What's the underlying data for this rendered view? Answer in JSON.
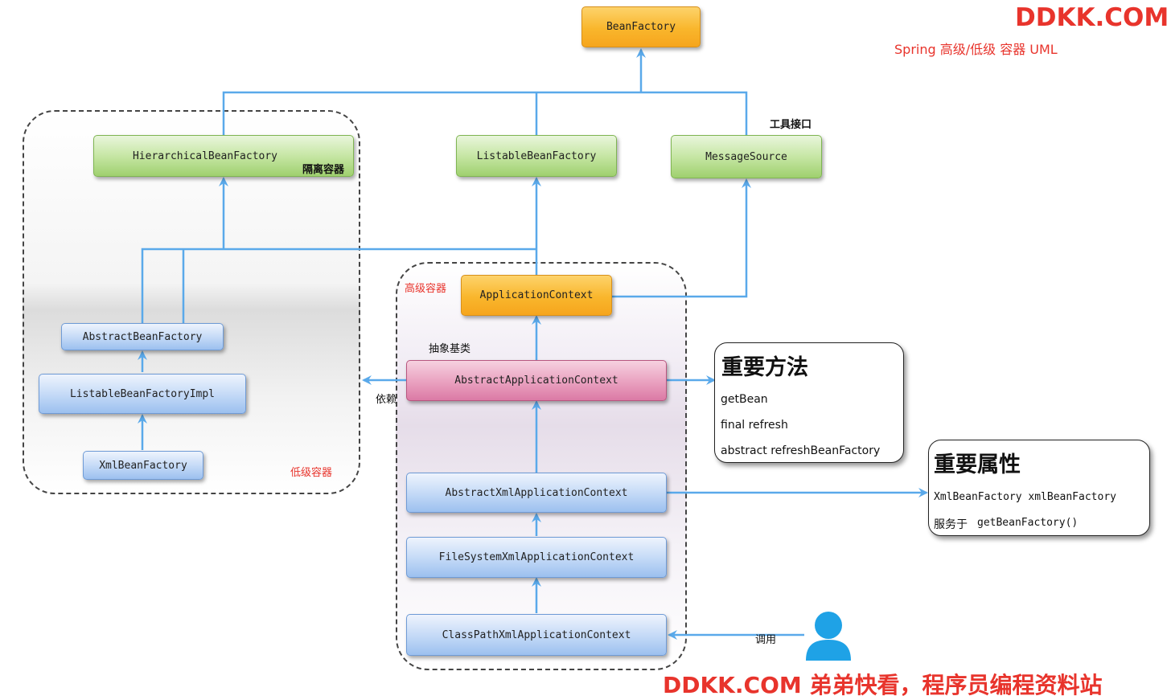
{
  "brand": {
    "logo_text": "DDKK.COM",
    "subtitle": "Spring 高级/低级 容器 UML",
    "footer": "DDKK.COM 弟弟快看，程序员编程资料站"
  },
  "groups": {
    "low_label": "低级容器",
    "high_label": "高级容器"
  },
  "nodes": {
    "bean_factory": "BeanFactory",
    "hierarchical_bean_factory": "HierarchicalBeanFactory",
    "listable_bean_factory": "ListableBeanFactory",
    "message_source": "MessageSource",
    "abstract_bean_factory": "AbstractBeanFactory",
    "listable_bean_factory_impl": "ListableBeanFactoryImpl",
    "xml_bean_factory": "XmlBeanFactory",
    "application_context": "ApplicationContext",
    "abstract_application_context": "AbstractApplicationContext",
    "abstract_xml_application_context": "AbstractXmlApplicationContext",
    "file_system_xml_application_context": "FileSystemXmlApplicationContext",
    "class_path_xml_application_context": "ClassPathXmlApplicationContext"
  },
  "annotations": {
    "isolation_container": "隔离容器",
    "tool_interface": "工具接口",
    "abstract_base_class": "抽象基类",
    "depends": "依赖",
    "invoke": "调用"
  },
  "methods_card": {
    "title": "重要方法",
    "items": [
      "getBean",
      "final refresh",
      "abstract refreshBeanFactory"
    ]
  },
  "properties_card": {
    "title": "重要属性",
    "field": "XmlBeanFactory xmlBeanFactory",
    "serves_label": "服务于",
    "serves_method": "getBeanFactory()"
  },
  "colors": {
    "brand_red": "#e8342c",
    "wire_blue": "#5aa9ea",
    "interface_green": "#9fd06f",
    "root_orange": "#f9b62c",
    "impl_blue": "#9cc0ef",
    "base_pink": "#db7aa5",
    "user_icon": "#1fa2e6"
  },
  "icons": {
    "user": "user-icon"
  }
}
